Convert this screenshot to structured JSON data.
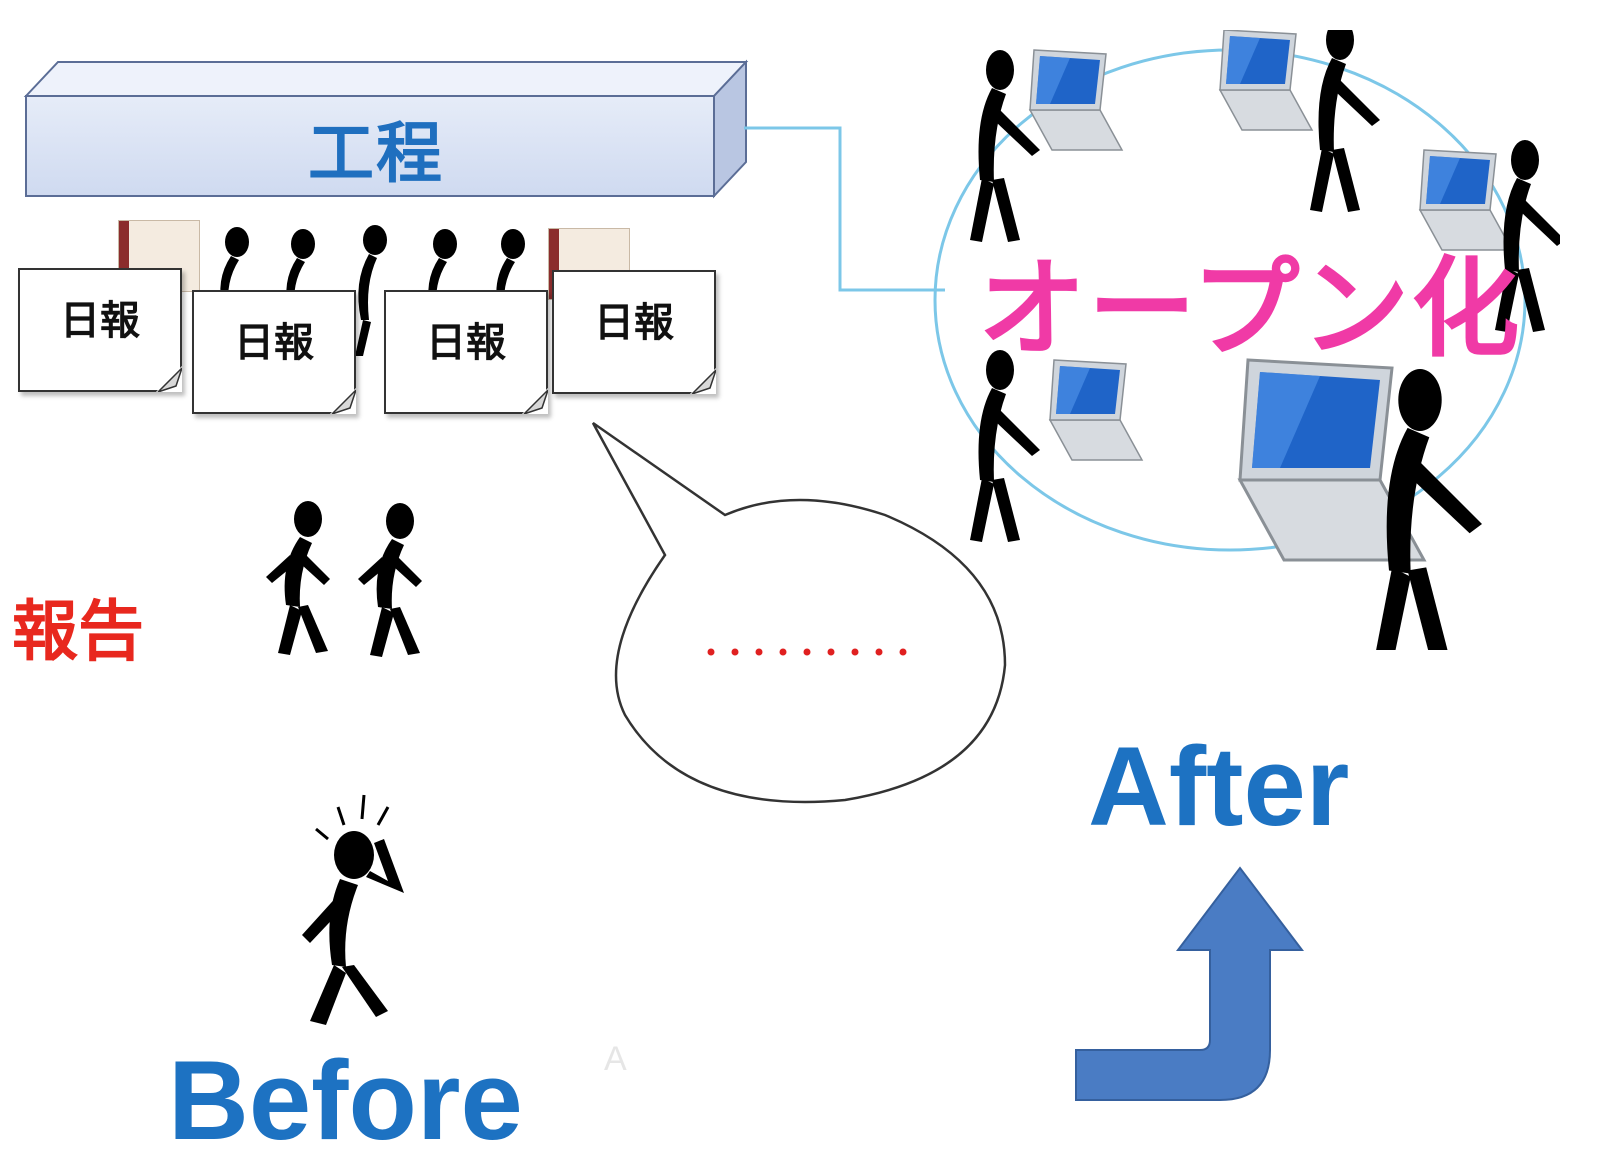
{
  "process": {
    "label": "工程"
  },
  "reports": [
    {
      "label": "日報"
    },
    {
      "label": "日報"
    },
    {
      "label": "日報"
    },
    {
      "label": "日報"
    }
  ],
  "report_action": "報告",
  "speech_bubble": {
    "text": "………"
  },
  "open": {
    "label": "オープン化"
  },
  "before_label": "Before",
  "after_label": "After",
  "faint_mark": "A",
  "colors": {
    "process_text": "#1f6fbf",
    "report_action": "#e8281e",
    "open_label": "#f03aa6",
    "before_after": "#1d72c2",
    "arrow": "#4a7cc4",
    "circle": "#7cc7e8",
    "ellipsis_dots": "#e02020"
  }
}
